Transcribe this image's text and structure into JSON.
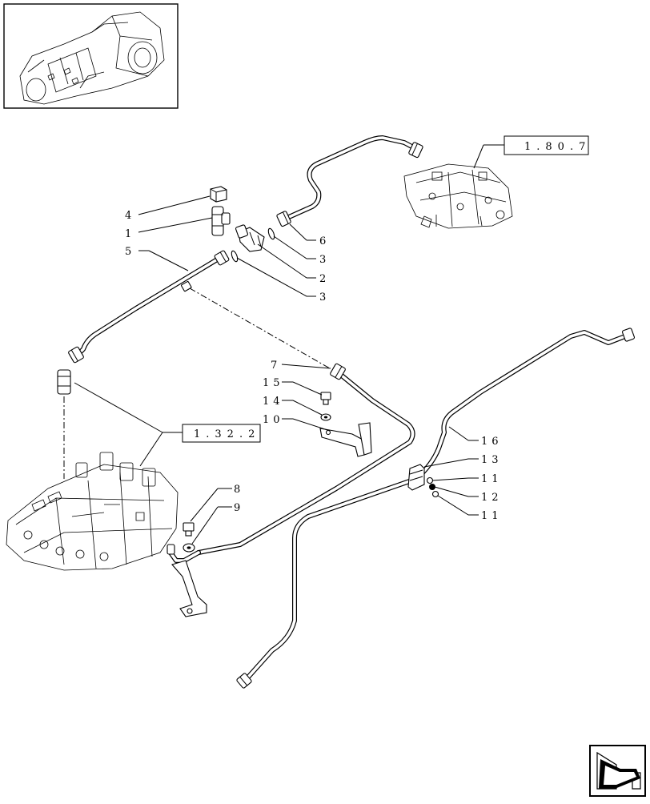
{
  "diagram": {
    "callouts": [
      {
        "id": "c4",
        "label": "4"
      },
      {
        "id": "c1",
        "label": "1"
      },
      {
        "id": "c5",
        "label": "5"
      },
      {
        "id": "c6",
        "label": "6"
      },
      {
        "id": "c3a",
        "label": "3"
      },
      {
        "id": "c2",
        "label": "2"
      },
      {
        "id": "c3b",
        "label": "3"
      },
      {
        "id": "c7",
        "label": "7"
      },
      {
        "id": "c15",
        "label": "15"
      },
      {
        "id": "c14",
        "label": "14"
      },
      {
        "id": "c10",
        "label": "10"
      },
      {
        "id": "c16",
        "label": "16"
      },
      {
        "id": "c13",
        "label": "13"
      },
      {
        "id": "c11a",
        "label": "11"
      },
      {
        "id": "c12",
        "label": "12"
      },
      {
        "id": "c11b",
        "label": "11"
      },
      {
        "id": "c8",
        "label": "8"
      },
      {
        "id": "c9",
        "label": "9"
      }
    ],
    "reference_boxes": [
      {
        "id": "ref-top",
        "label": "1.80.7"
      },
      {
        "id": "ref-left",
        "label": "1.32.2"
      }
    ],
    "icons": [
      "thumbnail-tractor-housing-icon",
      "next-page-arrow-icon",
      "valve-block-icon",
      "control-valve-assembly-icon"
    ]
  }
}
